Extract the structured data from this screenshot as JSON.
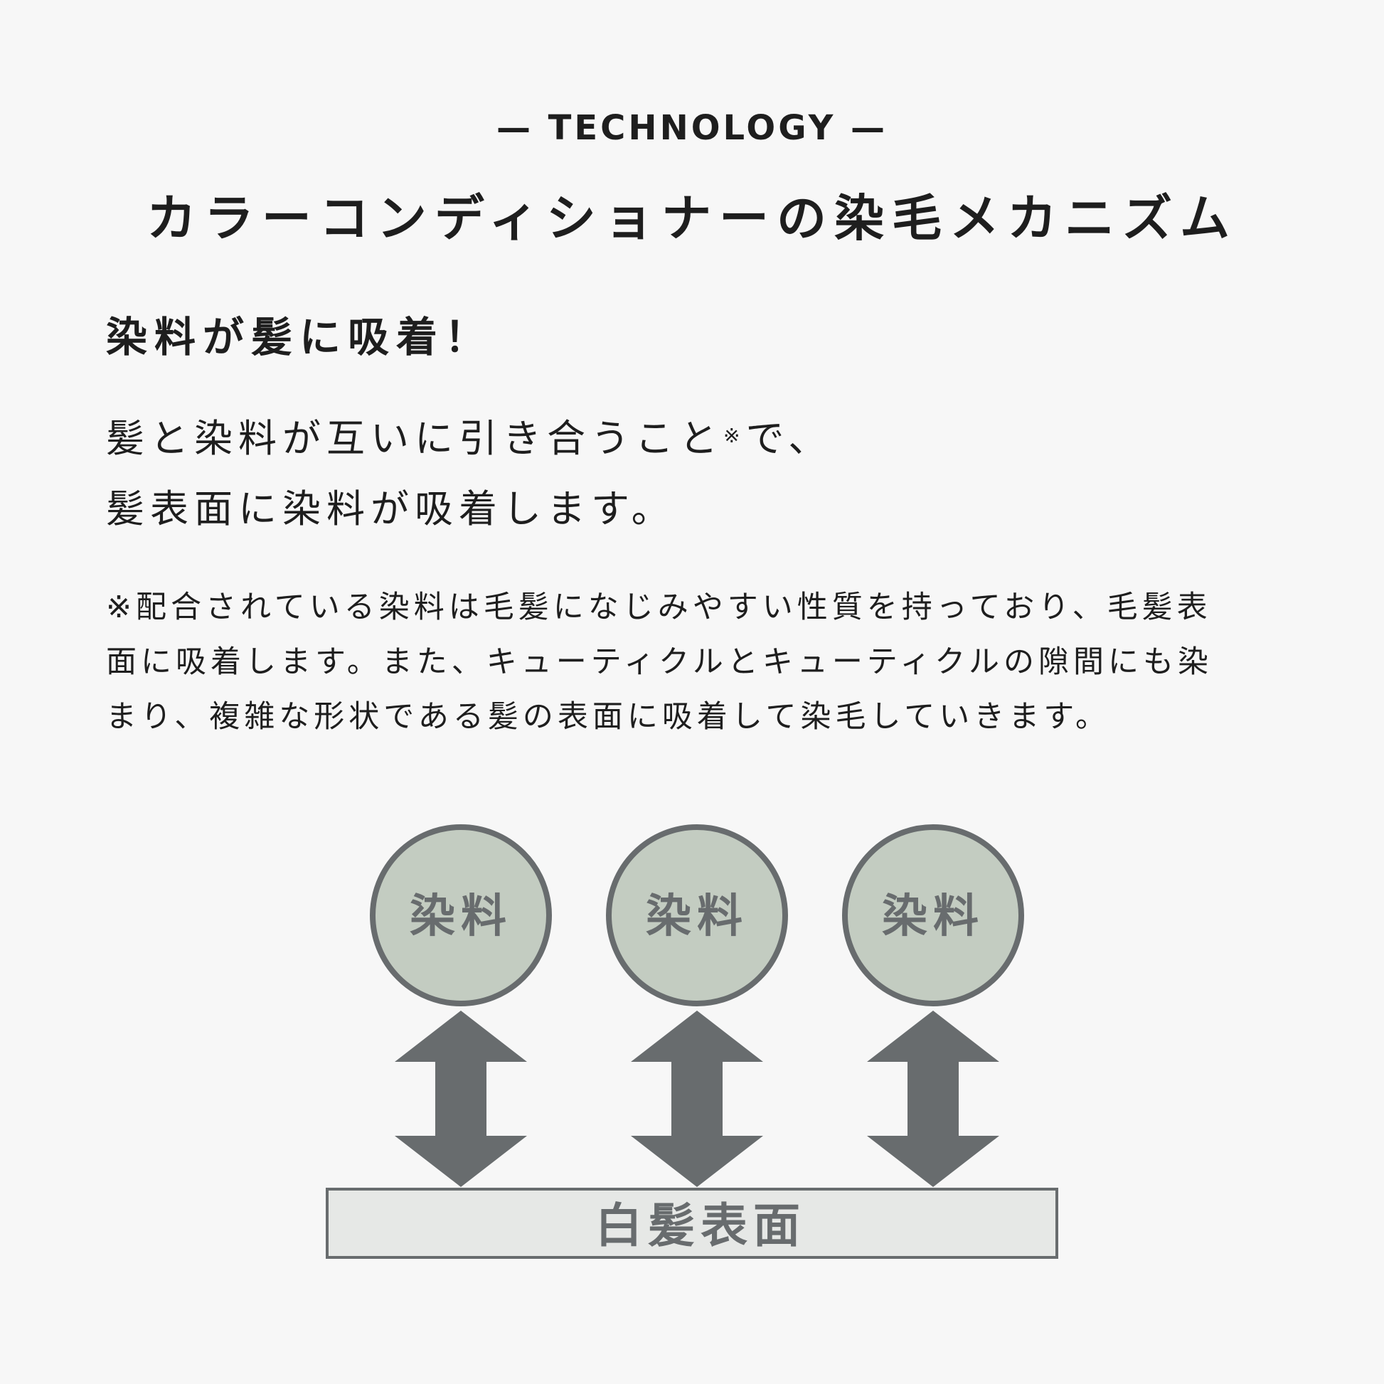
{
  "header": {
    "eyebrow": "— TECHNOLOGY —",
    "title": "カラーコンディショナーの染毛メカニズム"
  },
  "section": {
    "heading": "染料が髪に吸着！",
    "body_line1": "髪と染料が互いに引き合うこと",
    "body_line1_mark": "※",
    "body_line1_end": "で、",
    "body_line2": "髪表面に染料が吸着します。",
    "note_lines": [
      "※配合されている染料は毛髪になじみやすい性質を持っており、毛髪表",
      "面に吸着します。また、キューティクルとキューティクルの隙間にも染",
      "まり、複雑な形状である髪の表面に吸着して染毛していきます。"
    ]
  },
  "diagram": {
    "dye_labels": [
      "染料",
      "染料",
      "染料"
    ],
    "surface_label": "白髪表面",
    "colors": {
      "circle_fill": "#c3ccc1",
      "stroke": "#686c6e",
      "bar_fill": "#e6e8e6",
      "arrow": "#686c6e"
    }
  }
}
